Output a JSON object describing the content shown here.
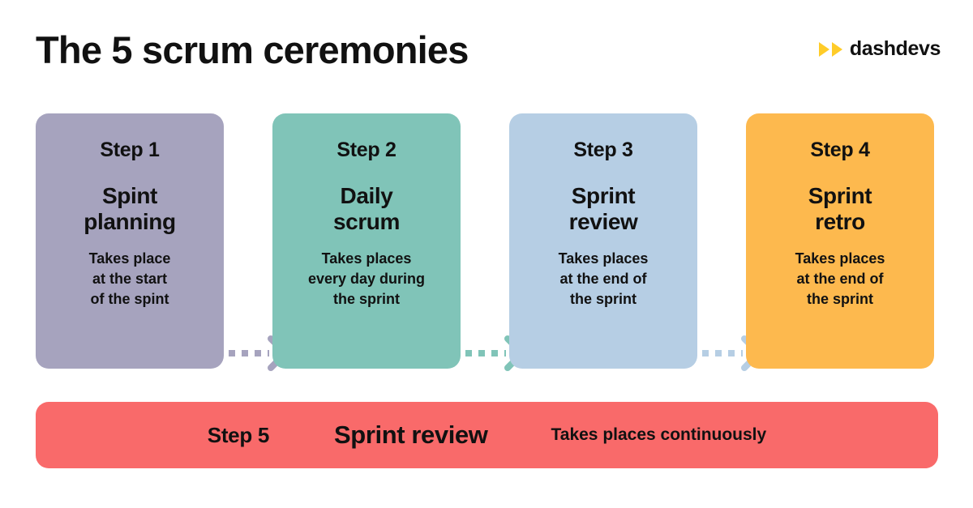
{
  "header": {
    "title": "The 5 scrum ceremonies",
    "brand": {
      "name": "dashdevs",
      "mark_icon": "double-triangle-play-icon",
      "mark_color": "#FFCC29"
    }
  },
  "steps": [
    {
      "step_label": "Step 1",
      "name": "Spint\nplanning",
      "description": "Takes place\nat the start\nof the spint",
      "color": "#A6A3BE"
    },
    {
      "step_label": "Step 2",
      "name": "Daily\nscrum",
      "description": "Takes places\nevery day during\nthe sprint",
      "color": "#80C4B8"
    },
    {
      "step_label": "Step 3",
      "name": "Sprint\nreview",
      "description": "Takes places\nat the end of\nthe sprint",
      "color": "#B6CEE4"
    },
    {
      "step_label": "Step 4",
      "name": "Sprint\nretro",
      "description": "Takes places\nat the end of\nthe sprint",
      "color": "#FDB94E"
    }
  ],
  "connectors": [
    {
      "icon": "dotted-arrow-right-icon",
      "color": "#A6A3BE"
    },
    {
      "icon": "dotted-arrow-right-icon",
      "color": "#80C4B8"
    },
    {
      "icon": "dotted-arrow-right-icon",
      "color": "#B6CEE4"
    }
  ],
  "bottom_bar": {
    "step_label": "Step 5",
    "name": "Sprint review",
    "description": "Takes places continuously",
    "color": "#F96A6A"
  }
}
